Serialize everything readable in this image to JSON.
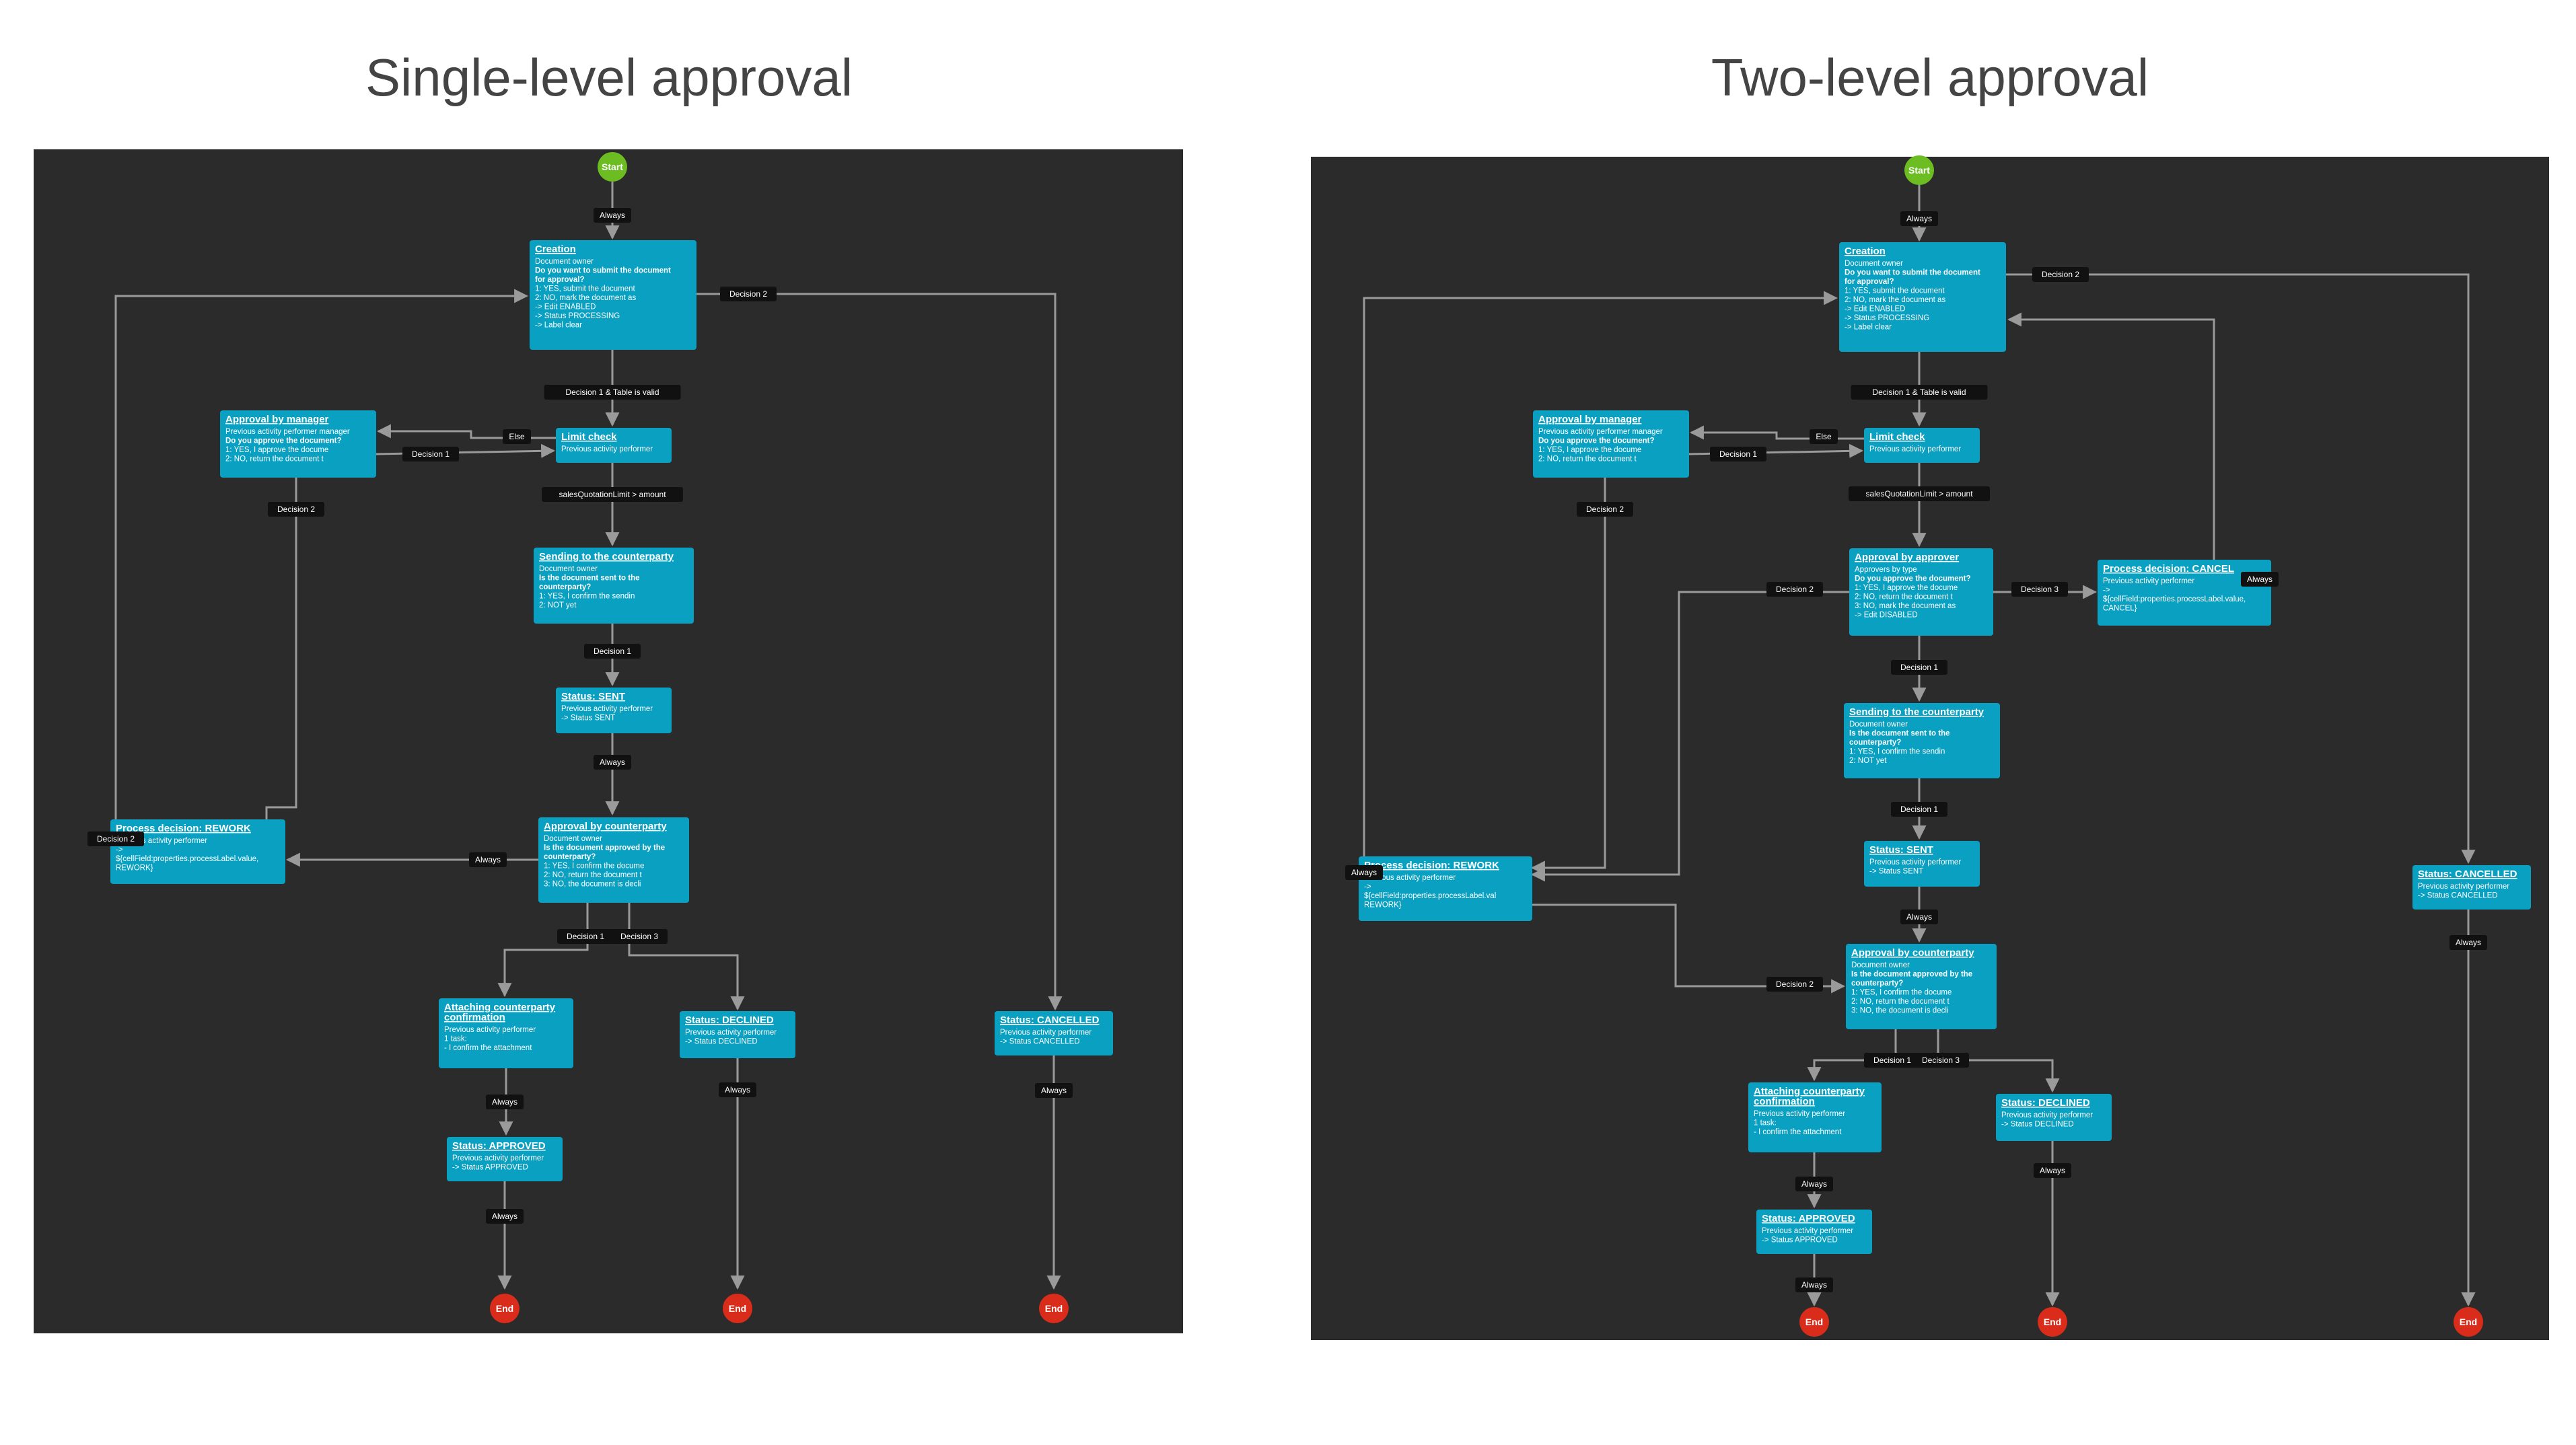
{
  "colors": {
    "canvas": "#2b2b2b",
    "node": "#0aa0c2",
    "node_text": "#ffffff",
    "start": "#6cbd22",
    "end": "#d92c1a",
    "edge": "#9a9a9a",
    "label_bg": "#111111"
  },
  "diagrams": [
    {
      "title": "Single-level approval",
      "start": {
        "label": "Start"
      },
      "end_label": "End",
      "nodes": [
        {
          "id": "creation",
          "title": "Creation",
          "lines": [
            "Document owner",
            "Do you want to submit the document",
            "for approval?",
            "1: YES, submit the document",
            "2: NO, mark the document as",
            "-> Edit ENABLED",
            "-> Status PROCESSING",
            "-> Label clear"
          ]
        },
        {
          "id": "manager",
          "title": "Approval by manager",
          "lines": [
            "Previous activity performer manager",
            "Do you approve the document?",
            "1: YES, I approve the docume",
            "2: NO, return the document t"
          ]
        },
        {
          "id": "limit",
          "title": "Limit check",
          "lines": [
            "Previous activity performer"
          ]
        },
        {
          "id": "sending",
          "title": "Sending to the counterparty",
          "lines": [
            "Document owner",
            "Is the document sent to the",
            "counterparty?",
            "1: YES, I confirm the sendin",
            "2: NOT yet"
          ]
        },
        {
          "id": "sent",
          "title": "Status: SENT",
          "lines": [
            "Previous activity performer",
            "-> Status SENT"
          ]
        },
        {
          "id": "rework",
          "title": "Process decision: REWORK",
          "lines": [
            "Previous activity performer",
            "->",
            "${cellField:properties.processLabel.value,",
            "REWORK}"
          ]
        },
        {
          "id": "counterparty",
          "title": "Approval by counterparty",
          "lines": [
            "Document owner",
            "Is the document approved by the",
            "counterparty?",
            "1: YES, I confirm the docume",
            "2: NO, return the document t",
            "3: NO, the document is decli"
          ]
        },
        {
          "id": "attaching",
          "title": "Attaching counterparty confirmation",
          "lines": [
            "Previous activity performer",
            "1 task:",
            "- I confirm the attachment"
          ]
        },
        {
          "id": "declined",
          "title": "Status: DECLINED",
          "lines": [
            "Previous activity performer",
            "-> Status DECLINED"
          ]
        },
        {
          "id": "cancelled",
          "title": "Status: CANCELLED",
          "lines": [
            "Previous activity performer",
            "-> Status CANCELLED"
          ]
        },
        {
          "id": "approved",
          "title": "Status: APPROVED",
          "lines": [
            "Previous activity performer",
            "-> Status APPROVED"
          ]
        }
      ],
      "edge_labels": [
        "Always",
        "Decision 2",
        "Decision 1 & Table is valid",
        "Else",
        "Decision 1",
        "Decision 2",
        "salesQuotationLimit > amount",
        "Decision 1",
        "Always",
        "Always",
        "Decision 2",
        "Decision 1",
        "Decision 3",
        "Always",
        "Always",
        "Always",
        "Always"
      ]
    },
    {
      "title": "Two-level approval",
      "start": {
        "label": "Start"
      },
      "end_label": "End",
      "nodes": [
        {
          "id": "creation",
          "title": "Creation",
          "lines": [
            "Document owner",
            "Do you want to submit the document",
            "for approval?",
            "1: YES, submit the document",
            "2: NO, mark the document as",
            "-> Edit ENABLED",
            "-> Status PROCESSING",
            "-> Label clear"
          ]
        },
        {
          "id": "manager",
          "title": "Approval by manager",
          "lines": [
            "Previous activity performer manager",
            "Do you approve the document?",
            "1: YES, I approve the docume",
            "2: NO, return the document t"
          ]
        },
        {
          "id": "limit",
          "title": "Limit check",
          "lines": [
            "Previous activity performer"
          ]
        },
        {
          "id": "approver",
          "title": "Approval by approver",
          "lines": [
            "Approvers by type",
            "Do you approve the document?",
            "1: YES, I approve the docume",
            "2: NO, return the document t",
            "3: NO, mark the document as",
            "-> Edit DISABLED"
          ]
        },
        {
          "id": "cancel",
          "title": "Process decision: CANCEL",
          "lines": [
            "Previous activity performer",
            "->",
            "${cellField:properties.processLabel.value,",
            "CANCEL}"
          ]
        },
        {
          "id": "sending",
          "title": "Sending to the counterparty",
          "lines": [
            "Document owner",
            "Is the document sent to the",
            "counterparty?",
            "1: YES, I confirm the sendin",
            "2: NOT yet"
          ]
        },
        {
          "id": "sent",
          "title": "Status: SENT",
          "lines": [
            "Previous activity performer",
            "-> Status SENT"
          ]
        },
        {
          "id": "rework",
          "title": "Process decision: REWORK",
          "lines": [
            "Previous activity performer",
            "->",
            "${cellField:properties.processLabel.val",
            "REWORK}"
          ]
        },
        {
          "id": "cancelled",
          "title": "Status: CANCELLED",
          "lines": [
            "Previous activity performer",
            "-> Status CANCELLED"
          ]
        },
        {
          "id": "counterparty",
          "title": "Approval by counterparty",
          "lines": [
            "Document owner",
            "Is the document approved by the",
            "counterparty?",
            "1: YES, I confirm the docume",
            "2: NO, return the document t",
            "3: NO, the document is decli"
          ]
        },
        {
          "id": "attaching",
          "title": "Attaching counterparty confirmation",
          "lines": [
            "Previous activity performer",
            "1 task:",
            "- I confirm the attachment"
          ]
        },
        {
          "id": "declined",
          "title": "Status: DECLINED",
          "lines": [
            "Previous activity performer",
            "-> Status DECLINED"
          ]
        },
        {
          "id": "approved",
          "title": "Status: APPROVED",
          "lines": [
            "Previous activity performer",
            "-> Status APPROVED"
          ]
        }
      ],
      "edge_labels": [
        "Always",
        "Decision 2",
        "Decision 1 & Table is valid",
        "Else",
        "Decision 1",
        "Decision 2",
        "salesQuotationLimit > amount",
        "Decision 2",
        "Decision 3",
        "Always",
        "Decision 1",
        "Decision 1",
        "Always",
        "Always",
        "Decision 2",
        "Decision 1",
        "Decision 3",
        "Always",
        "Always",
        "Always",
        "Always"
      ]
    }
  ]
}
